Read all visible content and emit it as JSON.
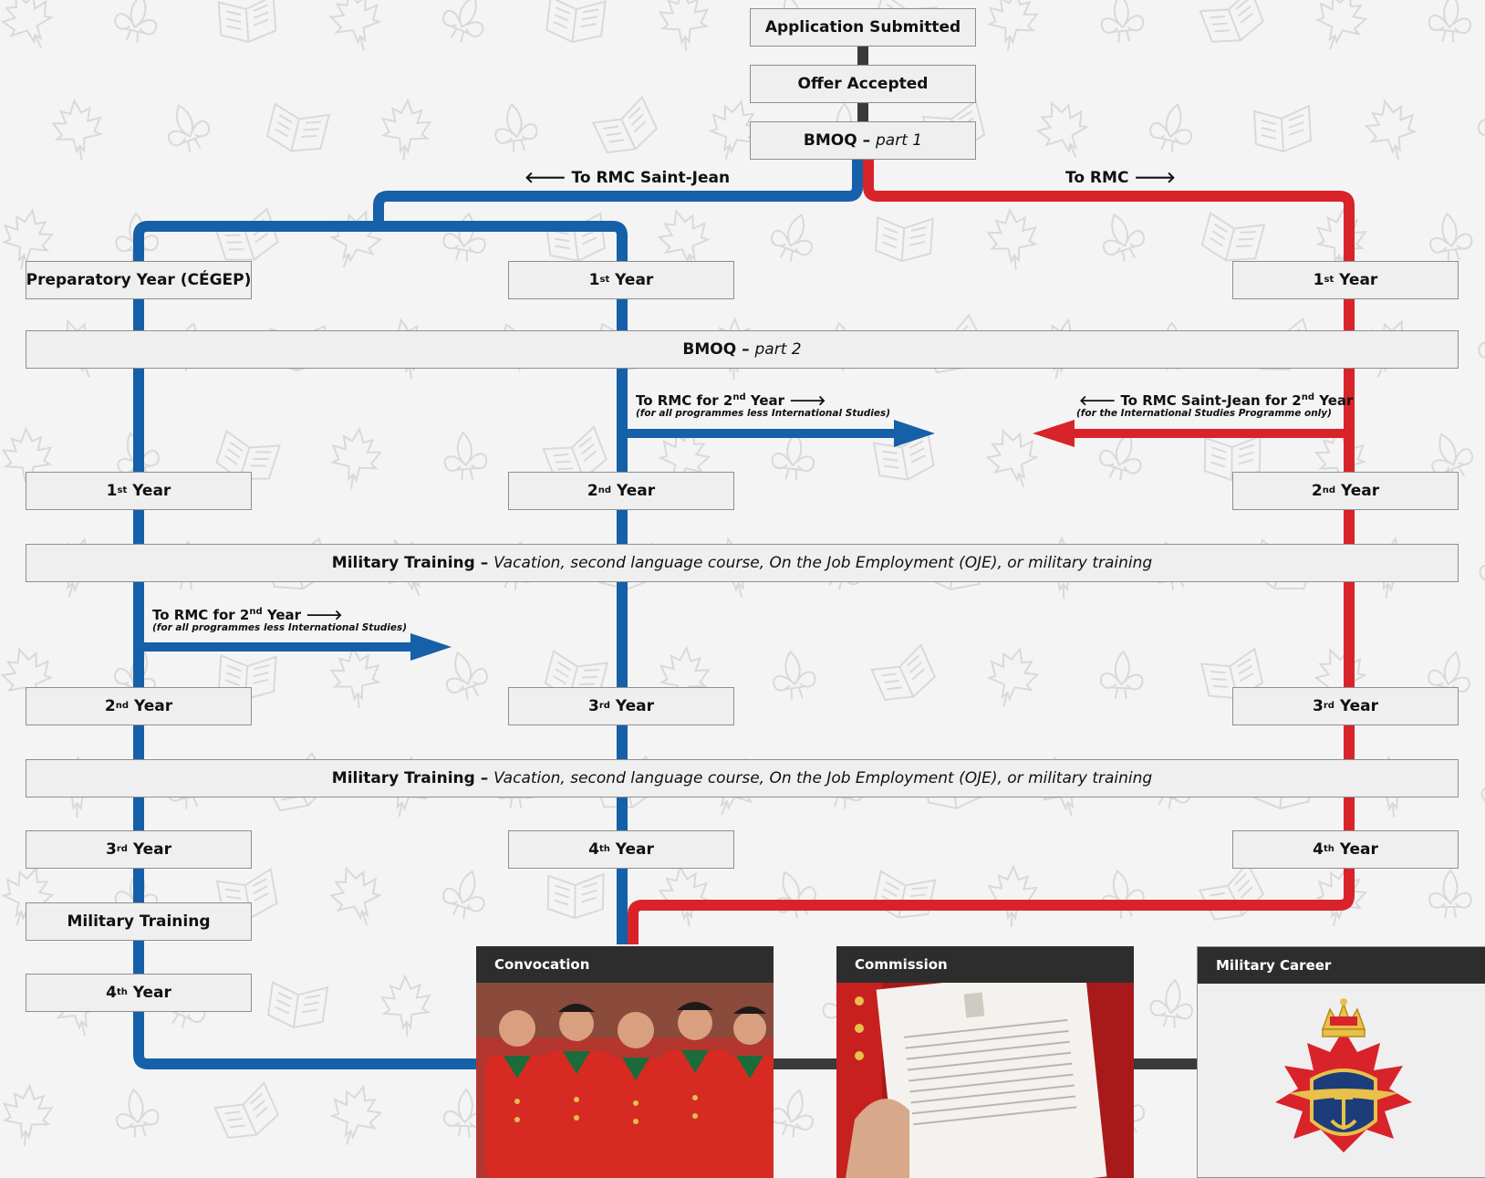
{
  "top": {
    "application_submitted": "Application Submitted",
    "offer_accepted": "Offer Accepted",
    "bmoq_part1_bold": "BMOQ –",
    "bmoq_part1_italic": "part 1"
  },
  "branches": {
    "to_saint_jean": "🡐 To RMC Saint-Jean",
    "to_rmc": "To RMC 🡒"
  },
  "columns": {
    "prep": "Preparatory Year (CÉGEP)",
    "first_year": "1st Year",
    "second_year": "2nd Year",
    "third_year": "3rd Year",
    "fourth_year": "4th Year",
    "military_training": "Military Training"
  },
  "bands": {
    "bmoq_part2_bold": "BMOQ –",
    "bmoq_part2_italic": "part 2",
    "mt_bold": "Military Training –",
    "mt_italic": "Vacation, second language course, On the Job Employment (OJE), or military training"
  },
  "transfers": {
    "to_rmc_2nd_a": "To RMC for 2nd Year 🡒",
    "to_rmc_2nd_note": "(for all programmes less International Studies)",
    "to_sj_2nd": "🡐 To RMC Saint-Jean for 2nd Year",
    "to_sj_2nd_note": "(for the International Studies Programme only)"
  },
  "cards": {
    "convocation": "Convocation",
    "commission": "Commission",
    "military_career": "Military Career"
  },
  "colors": {
    "blue": "#1560a8",
    "red": "#d8232a",
    "dark": "#3a3a3a"
  }
}
